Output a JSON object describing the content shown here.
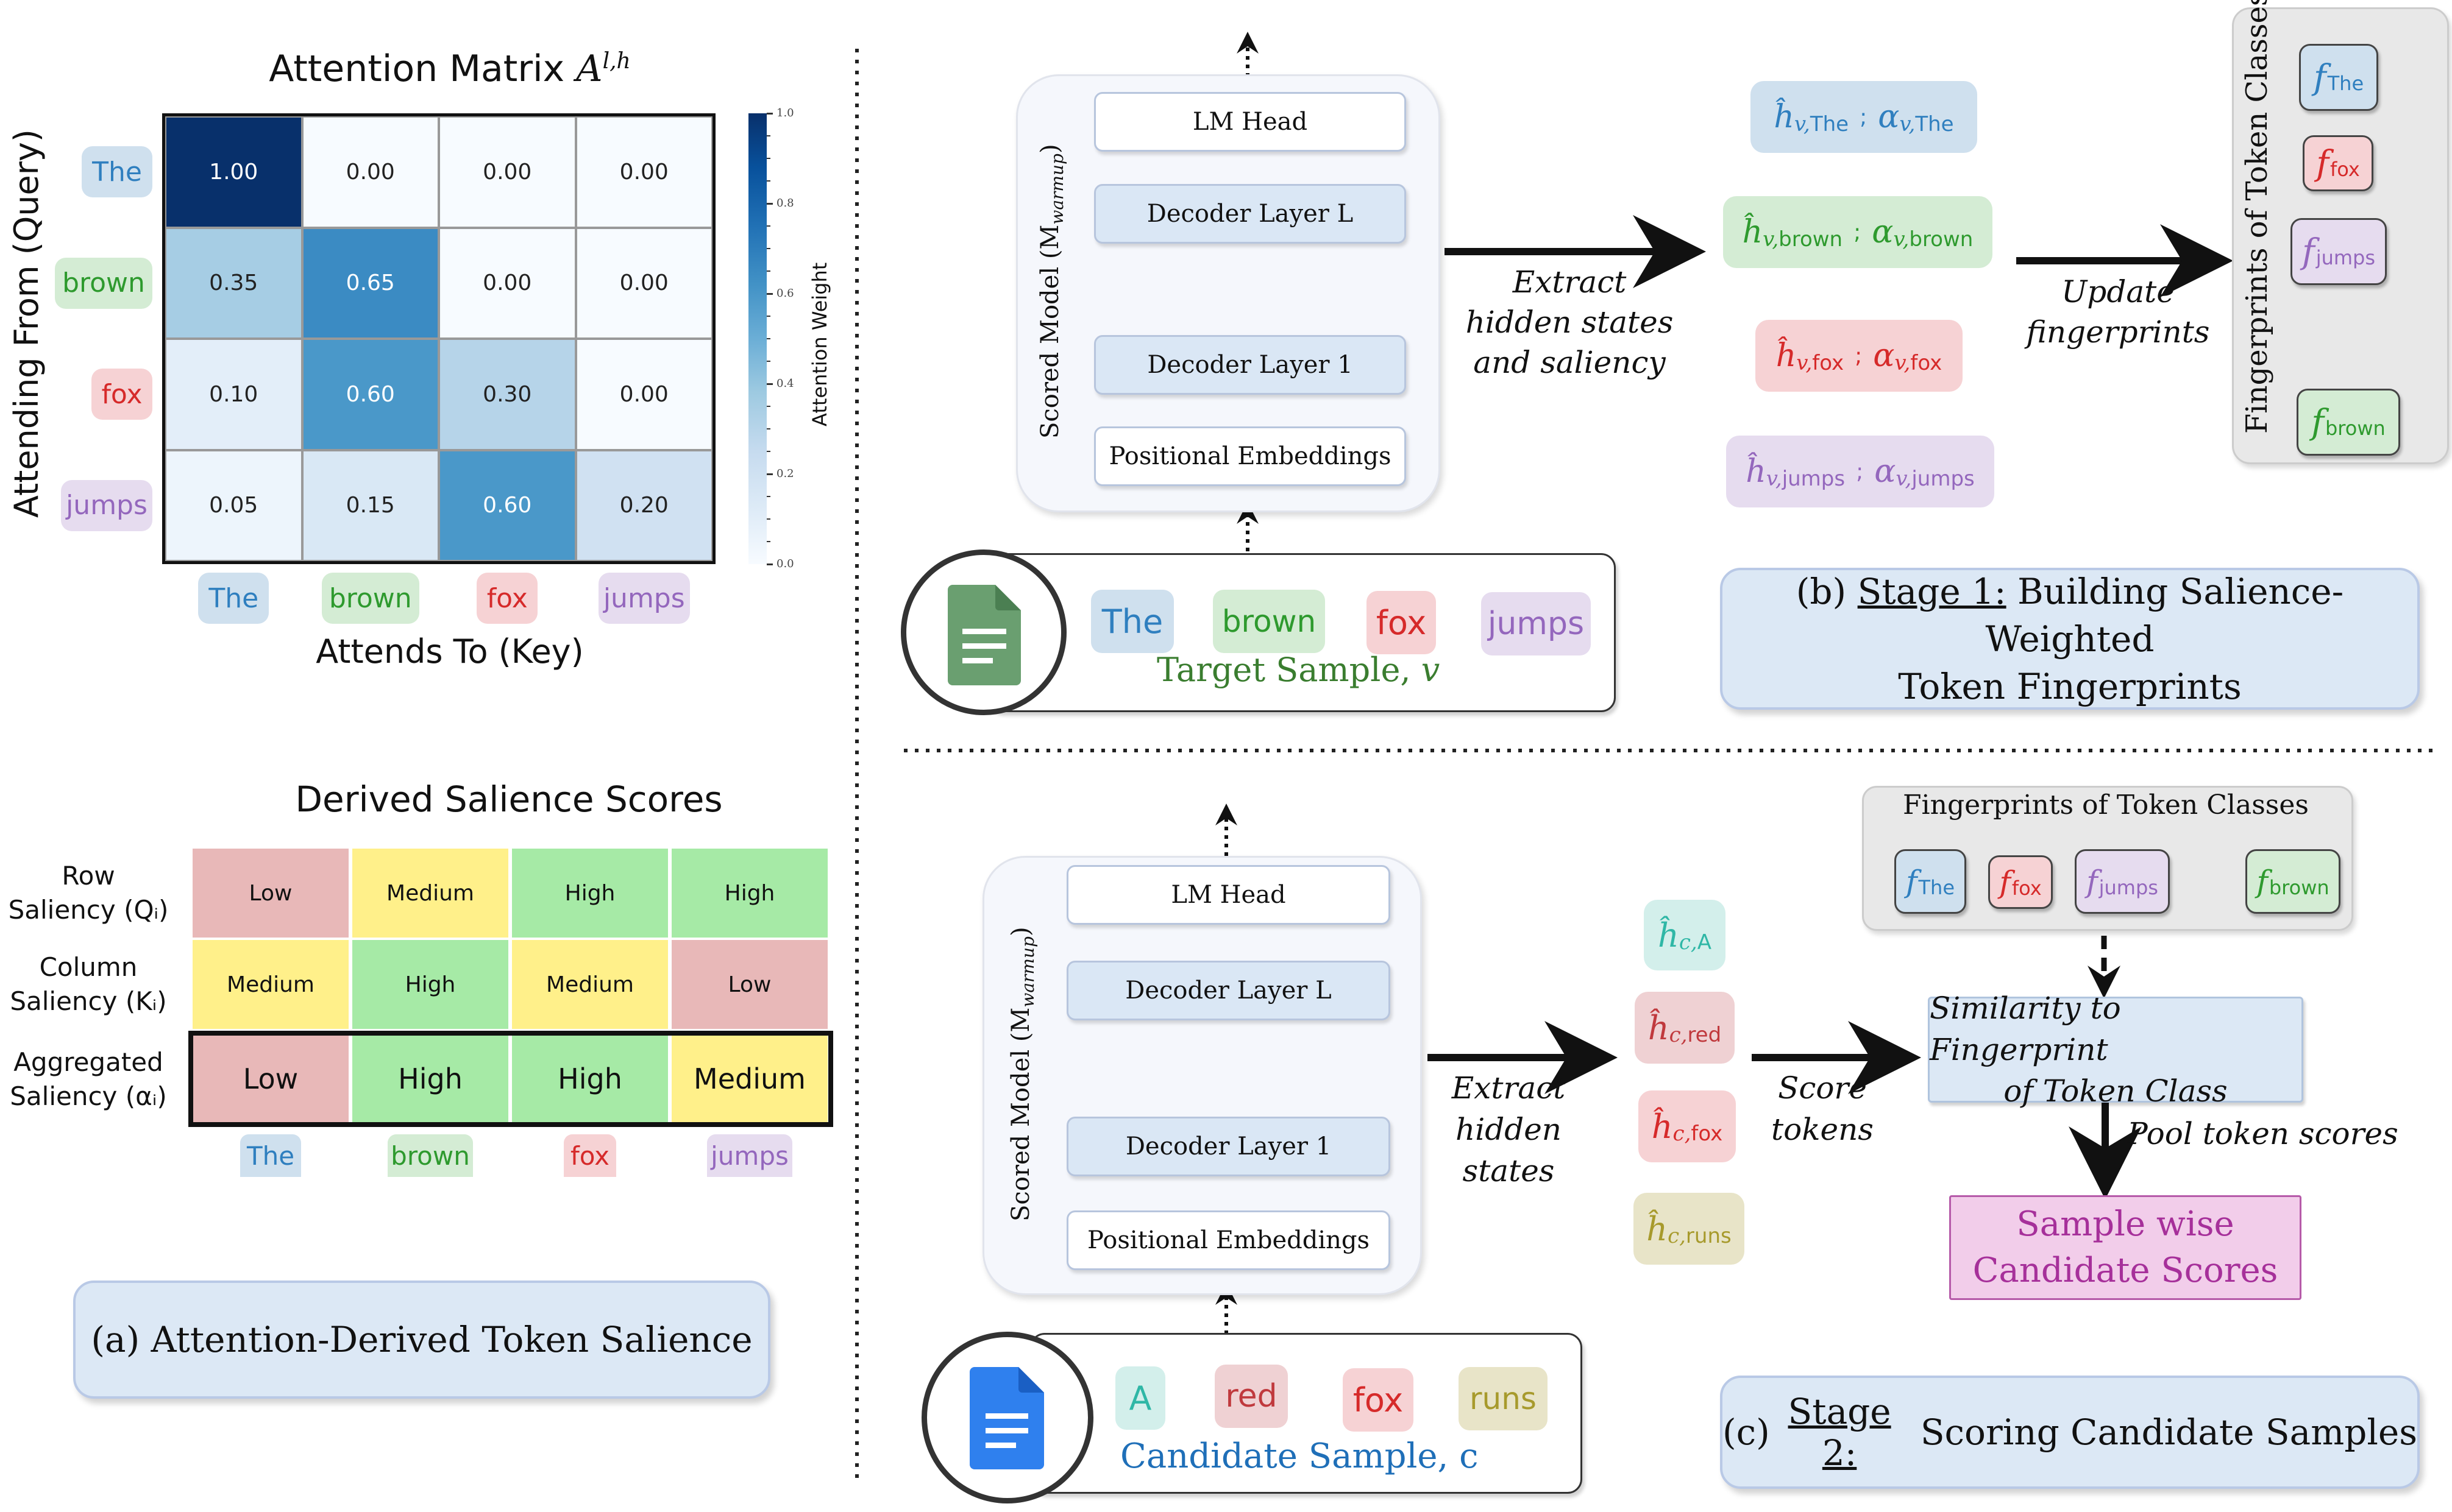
{
  "panel_a": {
    "matrix_title": "Attention Matrix ",
    "matrix_symbol": "A",
    "matrix_superscript": "l,h",
    "y_axis_label": "Attending From (Query)",
    "x_axis_label": "Attends To (Key)",
    "colorbar_label": "Attention Weight",
    "colorbar_ticks": [
      "0.0",
      "0.2",
      "0.4",
      "0.6",
      "0.8",
      "1.0"
    ],
    "tokens": [
      "The",
      "brown",
      "fox",
      "jumps"
    ],
    "salience_title": "Derived Salience Scores",
    "salience_rows": [
      {
        "label_line1": "Row",
        "label_line2": "Saliency (Qᵢ)",
        "values": [
          "Low",
          "Medium",
          "High",
          "High"
        ]
      },
      {
        "label_line1": "Column",
        "label_line2": "Saliency (Kᵢ)",
        "values": [
          "Medium",
          "High",
          "Medium",
          "Low"
        ]
      },
      {
        "label_line1": "Aggregated",
        "label_line2": "Saliency (αᵢ)",
        "values": [
          "Low",
          "High",
          "High",
          "Medium"
        ]
      }
    ],
    "caption": "(a) Attention-Derived Token Salience"
  },
  "chart_data": {
    "type": "heatmap",
    "title": "Attention Matrix A^{l,h}",
    "xlabel": "Attends To (Key)",
    "ylabel": "Attending From (Query)",
    "x": [
      "The",
      "brown",
      "fox",
      "jumps"
    ],
    "y": [
      "The",
      "brown",
      "fox",
      "jumps"
    ],
    "values": [
      [
        1.0,
        0.0,
        0.0,
        0.0
      ],
      [
        0.35,
        0.65,
        0.0,
        0.0
      ],
      [
        0.1,
        0.6,
        0.3,
        0.0
      ],
      [
        0.05,
        0.15,
        0.6,
        0.2
      ]
    ],
    "colorbar": {
      "label": "Attention Weight",
      "range": [
        0.0,
        1.0
      ],
      "ticks": [
        0.0,
        0.2,
        0.4,
        0.6,
        0.8,
        1.0
      ],
      "colormap": "Blues"
    }
  },
  "colors": {
    "high": "#a6eaa6",
    "medium": "#fff08a",
    "low": "#e8b8b8"
  },
  "panel_b": {
    "model_label": "Scored Model (M",
    "model_sub": "warmup",
    "model_close": ")",
    "layers": [
      "LM Head",
      "Decoder Layer L",
      "Decoder Layer 1",
      "Positional Embeddings"
    ],
    "sample_tokens": [
      "The",
      "brown",
      "fox",
      "jumps"
    ],
    "sample_label": "Target Sample, ",
    "sample_var": "v",
    "arrow1_label": [
      "Extract",
      "hidden states",
      "and saliency"
    ],
    "hidden": [
      {
        "h_sub": "v,",
        "token": "The",
        "a_sub": "v,"
      },
      {
        "h_sub": "v,",
        "token": "brown",
        "a_sub": "v,"
      },
      {
        "h_sub": "v,",
        "token": "fox",
        "a_sub": "v,"
      },
      {
        "h_sub": "v,",
        "token": "jumps",
        "a_sub": "v,"
      }
    ],
    "separator": ";",
    "arrow2_label": [
      "Update",
      "fingerprints"
    ],
    "fingerprints_title": "Fingerprints of Token Classes",
    "fingerprints": [
      "The",
      "fox",
      "jumps",
      "brown"
    ],
    "caption_prefix": "(b) ",
    "caption_stage": "Stage 1:",
    "caption_line1": " Building Salience-Weighted",
    "caption_line2": "Token Fingerprints"
  },
  "panel_c": {
    "model_label": "Scored Model (M",
    "model_sub": "warmup",
    "model_close": ")",
    "layers": [
      "LM Head",
      "Decoder Layer L",
      "Decoder Layer 1",
      "Positional Embeddings"
    ],
    "sample_tokens": [
      "A",
      "red",
      "fox",
      "runs"
    ],
    "sample_label": "Candidate Sample, c",
    "arrow1_label": [
      "Extract",
      "hidden",
      "states"
    ],
    "hidden": [
      {
        "h_sub": "c,",
        "token": "A"
      },
      {
        "h_sub": "c,",
        "token": "red"
      },
      {
        "h_sub": "c,",
        "token": "fox"
      },
      {
        "h_sub": "c,",
        "token": "runs"
      }
    ],
    "arrow2_label": [
      "Score",
      "tokens"
    ],
    "fingerprints_title": "Fingerprints of Token Classes",
    "fingerprints": [
      "The",
      "fox",
      "jumps",
      "brown"
    ],
    "similarity_label": [
      "Similarity to Fingerprint",
      "of Token Class"
    ],
    "pool_label": "Pool token scores",
    "scores_label": [
      "Sample wise",
      "Candidate Scores"
    ],
    "caption_prefix": "(c) ",
    "caption_stage": "Stage 2:",
    "caption_rest": " Scoring Candidate Samples"
  }
}
